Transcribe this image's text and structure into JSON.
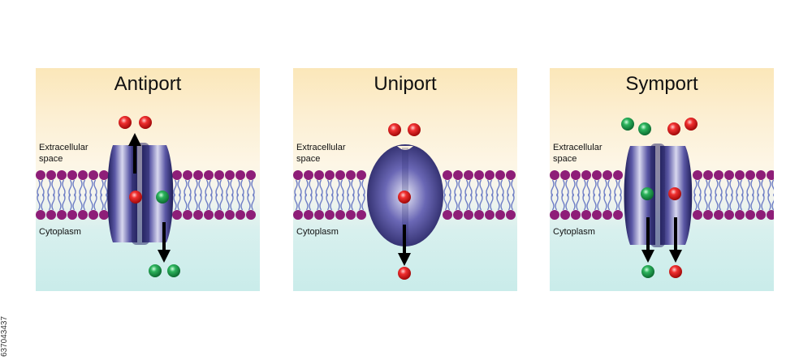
{
  "panels": [
    {
      "title": "Antiport",
      "labels": {
        "extracellular_line1": "Extracellular",
        "extracellular_line2": "space",
        "cytoplasm": "Cytoplasm"
      }
    },
    {
      "title": "Uniport",
      "labels": {
        "extracellular_line1": "Extracellular",
        "extracellular_line2": "space",
        "cytoplasm": "Cytoplasm"
      }
    },
    {
      "title": "Symport",
      "labels": {
        "extracellular_line1": "Extracellular",
        "extracellular_line2": "space",
        "cytoplasm": "Cytoplasm"
      }
    }
  ],
  "image_id": "637043437",
  "colors": {
    "extracellular": "#fbe7b9",
    "cytoplasm": "#c9ecea",
    "phospholipid_head": "#8e1e78",
    "phospholipid_tail": "#6f7fc6",
    "protein": "#2d2b6e",
    "molecule_red": "#e01515",
    "molecule_green": "#1e9a4e",
    "arrow": "#000000"
  }
}
